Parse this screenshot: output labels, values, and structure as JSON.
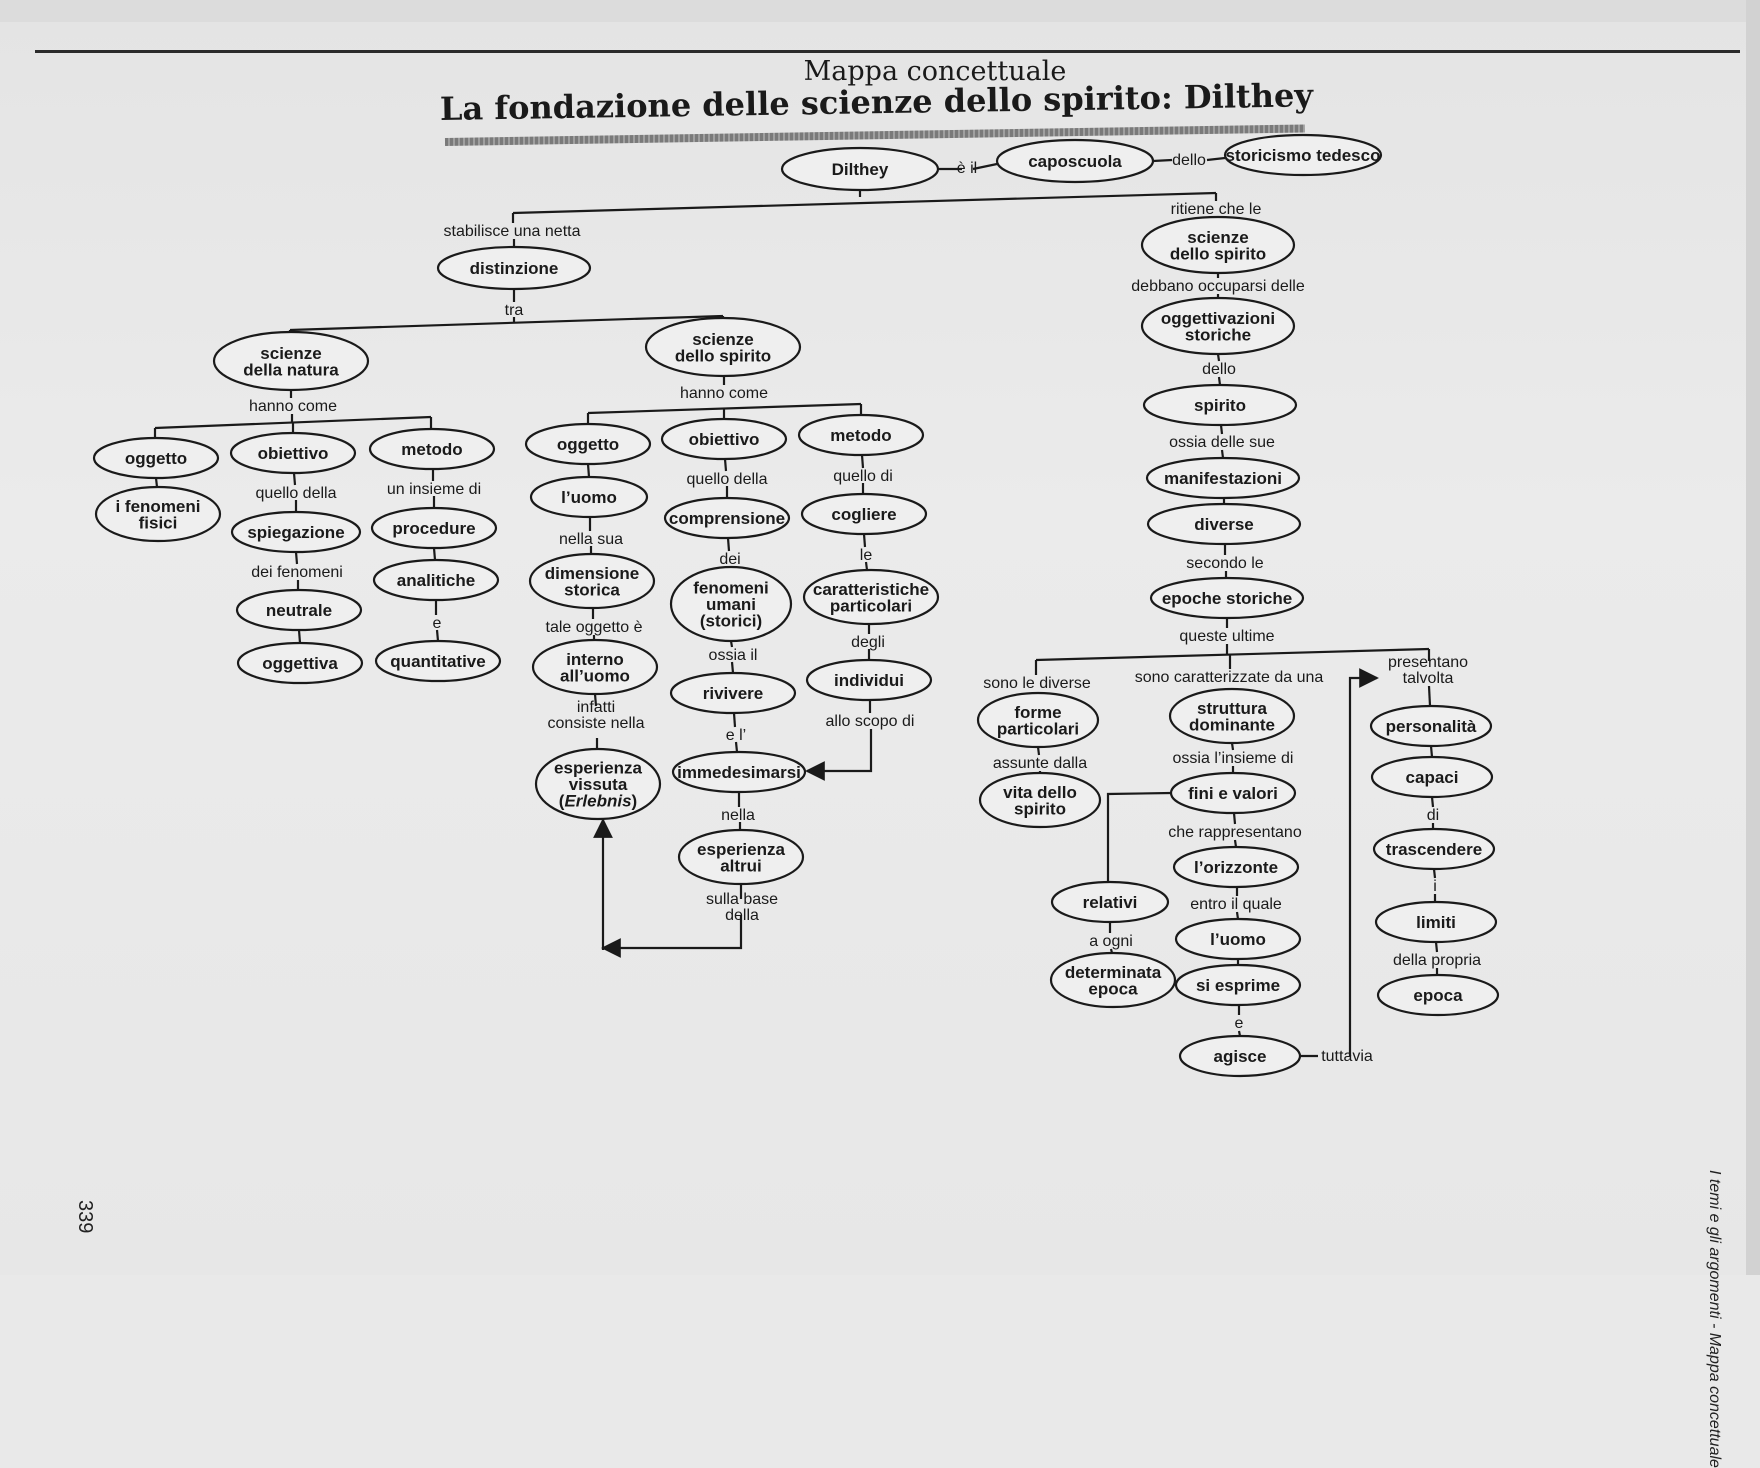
{
  "title": "Mappa concettuale",
  "subtitle": "La fondazione delle scienze dello spirito: Dilthey",
  "sidebar_text": "I temi e gli argomenti - Mappa concettuale",
  "page_number": "339",
  "nodes": [
    {
      "id": "dilthey",
      "lines": [
        "Dilthey"
      ]
    },
    {
      "id": "caposcuola",
      "lines": [
        "caposcuola"
      ]
    },
    {
      "id": "storicismo",
      "lines": [
        "storicismo tedesco"
      ]
    },
    {
      "id": "distinzione",
      "lines": [
        "distinzione"
      ]
    },
    {
      "id": "scienze-natura",
      "lines": [
        "scienze",
        "della natura"
      ]
    },
    {
      "id": "scienze-spirito-l",
      "lines": [
        "scienze",
        "dello spirito"
      ]
    },
    {
      "id": "oggetto-n",
      "lines": [
        "oggetto"
      ]
    },
    {
      "id": "obiettivo-n",
      "lines": [
        "obiettivo"
      ]
    },
    {
      "id": "metodo-n",
      "lines": [
        "metodo"
      ]
    },
    {
      "id": "fenomeni-fisici",
      "lines": [
        "i fenomeni",
        "fisici"
      ]
    },
    {
      "id": "spiegazione",
      "lines": [
        "spiegazione"
      ]
    },
    {
      "id": "neutrale",
      "lines": [
        "neutrale"
      ]
    },
    {
      "id": "oggettiva",
      "lines": [
        "oggettiva"
      ]
    },
    {
      "id": "procedure",
      "lines": [
        "procedure"
      ]
    },
    {
      "id": "analitiche",
      "lines": [
        "analitiche"
      ]
    },
    {
      "id": "quantitative",
      "lines": [
        "quantitative"
      ]
    },
    {
      "id": "oggetto-s",
      "lines": [
        "oggetto"
      ]
    },
    {
      "id": "obiettivo-s",
      "lines": [
        "obiettivo"
      ]
    },
    {
      "id": "metodo-s",
      "lines": [
        "metodo"
      ]
    },
    {
      "id": "uomo",
      "lines": [
        "l’uomo"
      ]
    },
    {
      "id": "dimensione-storica",
      "lines": [
        "dimensione",
        "storica"
      ]
    },
    {
      "id": "interno-uomo",
      "lines": [
        "interno",
        "all’uomo"
      ]
    },
    {
      "id": "esperienza-vissuta",
      "lines": [
        "esperienza",
        "vissuta",
        "(Erlebnis)"
      ]
    },
    {
      "id": "comprensione",
      "lines": [
        "comprensione"
      ]
    },
    {
      "id": "fenomeni-umani",
      "lines": [
        "fenomeni",
        "umani",
        "(storici)"
      ]
    },
    {
      "id": "rivivere",
      "lines": [
        "rivivere"
      ]
    },
    {
      "id": "immedesimarsi",
      "lines": [
        "immedesimarsi"
      ]
    },
    {
      "id": "esperienza-altrui",
      "lines": [
        "esperienza",
        "altrui"
      ]
    },
    {
      "id": "cogliere",
      "lines": [
        "cogliere"
      ]
    },
    {
      "id": "caratteristiche",
      "lines": [
        "caratteristiche",
        "particolari"
      ]
    },
    {
      "id": "individui",
      "lines": [
        "individui"
      ]
    },
    {
      "id": "scienze-spirito-r",
      "lines": [
        "scienze",
        "dello spirito"
      ]
    },
    {
      "id": "oggettivazioni",
      "lines": [
        "oggettivazioni",
        "storiche"
      ]
    },
    {
      "id": "spirito",
      "lines": [
        "spirito"
      ]
    },
    {
      "id": "manifestazioni",
      "lines": [
        "manifestazioni"
      ]
    },
    {
      "id": "diverse",
      "lines": [
        "diverse"
      ]
    },
    {
      "id": "epoche-storiche",
      "lines": [
        "epoche storiche"
      ]
    },
    {
      "id": "forme-particolari",
      "lines": [
        "forme",
        "particolari"
      ]
    },
    {
      "id": "vita-spirito",
      "lines": [
        "vita dello",
        "spirito"
      ]
    },
    {
      "id": "struttura",
      "lines": [
        "struttura",
        "dominante"
      ]
    },
    {
      "id": "fini-valori",
      "lines": [
        "fini e valori"
      ]
    },
    {
      "id": "relativi",
      "lines": [
        "relativi"
      ]
    },
    {
      "id": "determinata-epoca",
      "lines": [
        "determinata",
        "epoca"
      ]
    },
    {
      "id": "orizzonte",
      "lines": [
        "l’orizzonte"
      ]
    },
    {
      "id": "uomo-r",
      "lines": [
        "l’uomo"
      ]
    },
    {
      "id": "si-esprime",
      "lines": [
        "si esprime"
      ]
    },
    {
      "id": "agisce",
      "lines": [
        "agisce"
      ]
    },
    {
      "id": "personalita",
      "lines": [
        "personalità"
      ]
    },
    {
      "id": "capaci",
      "lines": [
        "capaci"
      ]
    },
    {
      "id": "trascendere",
      "lines": [
        "trascendere"
      ]
    },
    {
      "id": "limiti",
      "lines": [
        "limiti"
      ]
    },
    {
      "id": "epoca",
      "lines": [
        "epoca"
      ]
    }
  ],
  "labels": [
    {
      "id": "e-il",
      "lines": [
        "è il"
      ]
    },
    {
      "id": "dello-1",
      "lines": [
        "dello"
      ]
    },
    {
      "id": "stabilisce",
      "lines": [
        "stabilisce una netta"
      ]
    },
    {
      "id": "ritiene",
      "lines": [
        "ritiene che le"
      ]
    },
    {
      "id": "tra",
      "lines": [
        "tra"
      ]
    },
    {
      "id": "hanno-come-n",
      "lines": [
        "hanno come"
      ]
    },
    {
      "id": "hanno-come-s",
      "lines": [
        "hanno come"
      ]
    },
    {
      "id": "quello-della-n",
      "lines": [
        "quello della"
      ]
    },
    {
      "id": "dei-fenomeni",
      "lines": [
        "dei fenomeni"
      ]
    },
    {
      "id": "insieme-di",
      "lines": [
        "un insieme di"
      ]
    },
    {
      "id": "e-quant",
      "lines": [
        "e"
      ]
    },
    {
      "id": "nella-sua",
      "lines": [
        "nella sua"
      ]
    },
    {
      "id": "tale-oggetto",
      "lines": [
        "tale oggetto è"
      ]
    },
    {
      "id": "infatti",
      "lines": [
        "infatti",
        "consiste nella"
      ]
    },
    {
      "id": "quello-della-s",
      "lines": [
        "quello della"
      ]
    },
    {
      "id": "dei",
      "lines": [
        "dei"
      ]
    },
    {
      "id": "ossia-il",
      "lines": [
        "ossia il"
      ]
    },
    {
      "id": "e-l",
      "lines": [
        "e l’"
      ]
    },
    {
      "id": "nella",
      "lines": [
        "nella"
      ]
    },
    {
      "id": "sulla-base",
      "lines": [
        "sulla base",
        "della"
      ]
    },
    {
      "id": "quello-di",
      "lines": [
        "quello di"
      ]
    },
    {
      "id": "le",
      "lines": [
        "le"
      ]
    },
    {
      "id": "degli",
      "lines": [
        "degli"
      ]
    },
    {
      "id": "allo-scopo",
      "lines": [
        "allo scopo di"
      ]
    },
    {
      "id": "debbano",
      "lines": [
        "debbano occuparsi delle"
      ]
    },
    {
      "id": "dello-2",
      "lines": [
        "dello"
      ]
    },
    {
      "id": "ossia-sue",
      "lines": [
        "ossia delle sue"
      ]
    },
    {
      "id": "secondo-le",
      "lines": [
        "secondo le"
      ]
    },
    {
      "id": "queste-ultime",
      "lines": [
        "queste ultime"
      ]
    },
    {
      "id": "sono-diverse",
      "lines": [
        "sono le diverse"
      ]
    },
    {
      "id": "assunte",
      "lines": [
        "assunte dalla"
      ]
    },
    {
      "id": "caratterizzate",
      "lines": [
        "sono caratterizzate da una"
      ]
    },
    {
      "id": "ossia-insieme",
      "lines": [
        "ossia l’insieme di"
      ]
    },
    {
      "id": "rappresentano",
      "lines": [
        "che rappresentano"
      ]
    },
    {
      "id": "entro",
      "lines": [
        "entro il quale"
      ]
    },
    {
      "id": "e-agisce",
      "lines": [
        "e"
      ]
    },
    {
      "id": "a-ogni",
      "lines": [
        "a ogni"
      ]
    },
    {
      "id": "tuttavia",
      "lines": [
        "tuttavia"
      ]
    },
    {
      "id": "presentano",
      "lines": [
        "presentano",
        "talvolta"
      ]
    },
    {
      "id": "di",
      "lines": [
        "di"
      ]
    },
    {
      "id": "i",
      "lines": [
        "i"
      ]
    },
    {
      "id": "propria",
      "lines": [
        "della propria"
      ]
    }
  ]
}
